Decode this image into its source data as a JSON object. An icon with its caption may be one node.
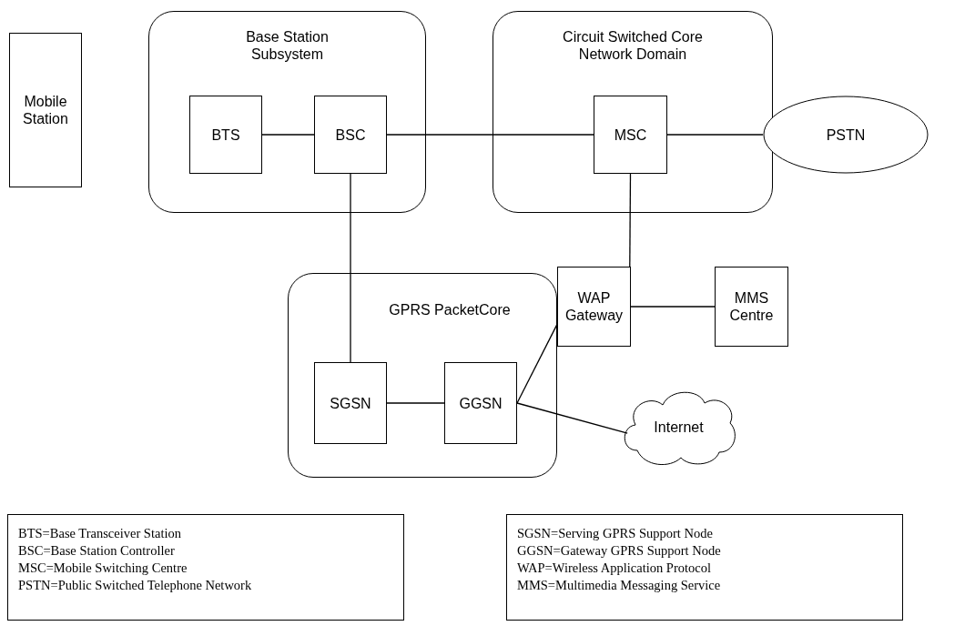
{
  "diagram": {
    "nodes": [
      {
        "text": [
          "Mobile Station"
        ]
      },
      {
        "text": [
          "Base Station Subsystem"
        ]
      },
      {
        "text": [
          "BTS"
        ],
        "in": 1
      },
      {
        "text": [
          "BSC"
        ],
        "in": 1
      },
      {
        "text": [
          "Circuit Switched Core Network Domain"
        ]
      },
      {
        "text": [
          "MSC"
        ],
        "in": 4
      },
      {
        "text": [
          "PSTN"
        ]
      },
      {
        "text": [
          "GPRS PacketCore"
        ]
      },
      {
        "text": [
          "SGSN"
        ],
        "in": 7
      },
      {
        "text": [
          "GGSN"
        ],
        "in": 7
      },
      {
        "text": [
          "WAP Gateway"
        ]
      },
      {
        "text": [
          "MMS Centre"
        ]
      },
      {
        "text": [
          "Internet"
        ]
      },
      {
        "text": [
          "BTS=Base Transceiver Station",
          "BSC=Base Station Controller",
          "MSC=Mobile Switching Centre",
          "PSTN=Public Switched Telephone Network"
        ]
      },
      {
        "text": [
          "SGSN=Serving GPRS Support Node",
          "GGSN=Gateway GPRS Support Node",
          "WAP=Wireless Application Protocol",
          "MMS=Multimedia Messaging Service"
        ]
      }
    ],
    "edges": [
      {
        "from": 2,
        "to": 3,
        "arrow": "none"
      },
      {
        "from": 3,
        "to": 5,
        "arrow": "none"
      },
      {
        "from": 5,
        "to": 6,
        "arrow": "none"
      },
      {
        "from": 3,
        "to": 8,
        "arrow": "none"
      },
      {
        "from": 5,
        "to": 10,
        "arrow": "none"
      },
      {
        "from": 10,
        "to": 11,
        "arrow": "none"
      },
      {
        "from": 8,
        "to": 9,
        "arrow": "none"
      },
      {
        "from": 9,
        "to": 10,
        "arrow": "none"
      },
      {
        "from": 9,
        "to": 12,
        "arrow": "none"
      }
    ]
  }
}
